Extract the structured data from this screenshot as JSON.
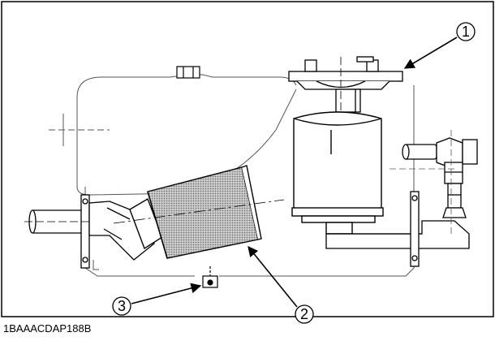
{
  "figure": {
    "code": "1BAAACDAP188B",
    "callouts": [
      {
        "id": 1,
        "label": "1"
      },
      {
        "id": 2,
        "label": "2"
      },
      {
        "id": 3,
        "label": "3"
      }
    ]
  },
  "colors": {
    "line": "#000000",
    "ghost": "#555555",
    "mesh_fill": "#bdbdbd",
    "background": "#ffffff"
  }
}
